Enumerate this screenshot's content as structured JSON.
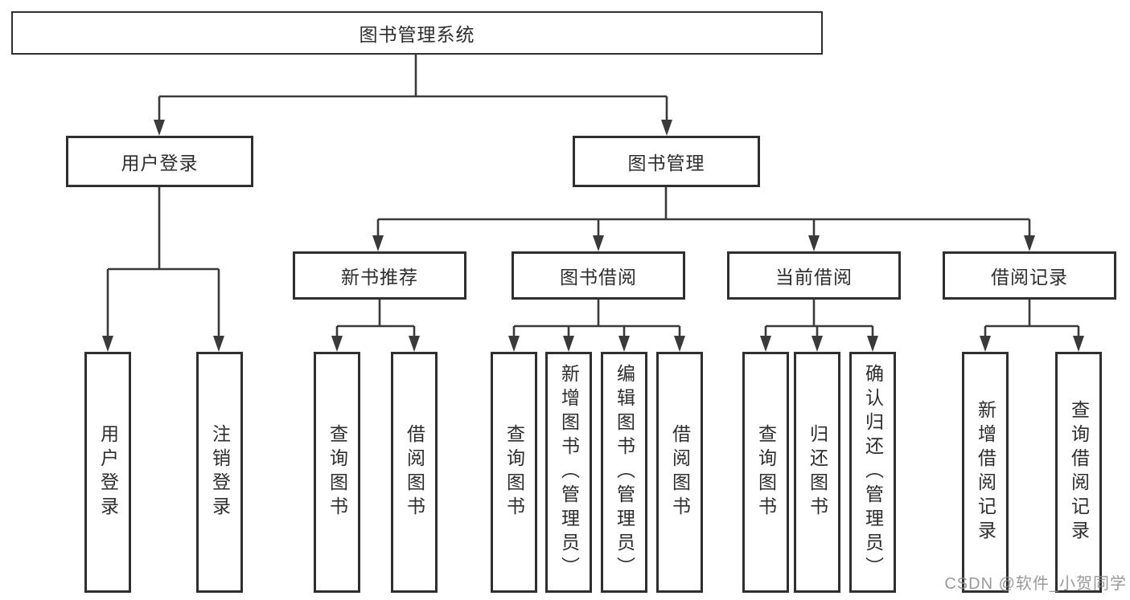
{
  "diagram": {
    "root": {
      "label": "图书管理系统"
    },
    "level2": [
      {
        "label": "用户登录"
      },
      {
        "label": "图书管理"
      }
    ],
    "level3": [
      {
        "label": "新书推荐"
      },
      {
        "label": "图书借阅"
      },
      {
        "label": "当前借阅"
      },
      {
        "label": "借阅记录"
      }
    ],
    "leaves": {
      "user_login": [
        "用户登录",
        "注销登录"
      ],
      "new_book": [
        "查询图书",
        "借阅图书"
      ],
      "book_borrow": [
        "查询图书",
        "新增图书（管理员）",
        "编辑图书（管理员）",
        "借阅图书"
      ],
      "current_borrow": [
        "查询图书",
        "归还图书",
        "确认归还（管理员）"
      ],
      "borrow_record": [
        "新增借阅记录",
        "查询借阅记录"
      ]
    },
    "colors": {
      "line": "#3a3a3a",
      "box_border": "#2f2f2f",
      "text": "#2d2d2d",
      "watermark": "#8c8c8c"
    },
    "watermark": "CSDN @软件_小贺同学"
  }
}
